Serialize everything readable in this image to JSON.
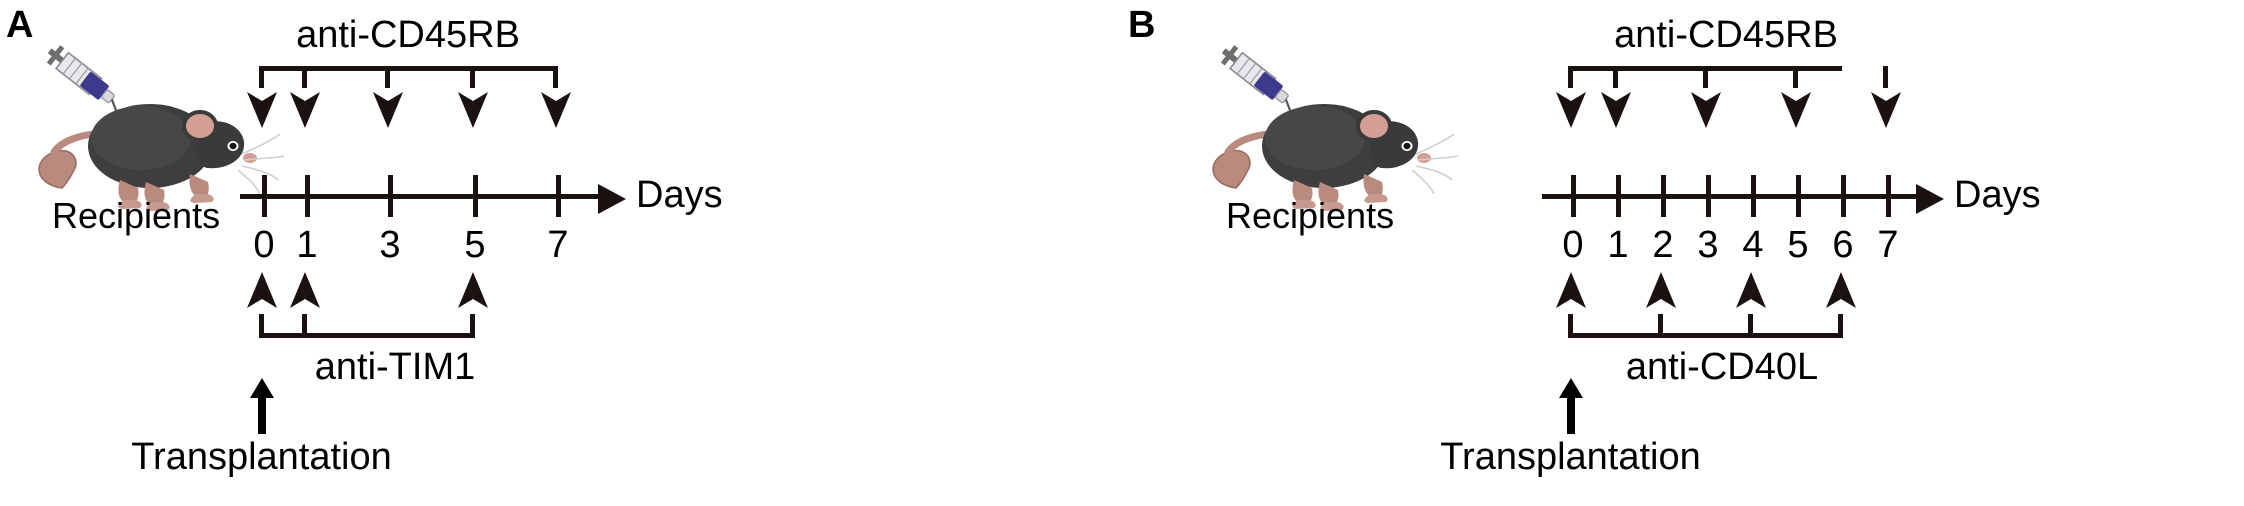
{
  "figure": {
    "background": "#ffffff",
    "ink": "#1a1110"
  },
  "panels": [
    {
      "id": "A",
      "letter": "A",
      "subject_label": "Recipients",
      "artwork": {
        "mouse_icon": "mouse-icon",
        "syringe_icon": "syringe-icon",
        "mouse_body_color": "#3e3e3e",
        "mouse_tail_color": "#b98a7e",
        "syringe_plunger_color": "#3b3a8c"
      },
      "axis": {
        "label": "Days",
        "tick_labels": [
          "0",
          "1",
          "3",
          "5",
          "7"
        ],
        "tick_days": [
          0,
          1,
          3,
          5,
          7
        ],
        "day_min": 0,
        "day_max": 7,
        "arrowhead": true
      },
      "top_treatment": {
        "name": "anti-CD45RB",
        "dose_days": [
          0,
          1,
          3,
          5,
          7
        ],
        "arrow_direction": "down"
      },
      "bottom_treatment": {
        "name": "anti-TIM1",
        "dose_days": [
          0,
          1,
          5
        ],
        "arrow_direction": "up"
      },
      "event": {
        "label": "Transplantation",
        "day": 0
      }
    },
    {
      "id": "B",
      "letter": "B",
      "subject_label": "Recipients",
      "artwork": {
        "mouse_icon": "mouse-icon",
        "syringe_icon": "syringe-icon",
        "mouse_body_color": "#3e3e3e",
        "mouse_tail_color": "#b98a7e",
        "syringe_plunger_color": "#3b3a8c"
      },
      "axis": {
        "label": "Days",
        "tick_labels": [
          "0",
          "1",
          "2",
          "3",
          "4",
          "5",
          "6",
          "7"
        ],
        "tick_days": [
          0,
          1,
          2,
          3,
          4,
          5,
          6,
          7
        ],
        "day_min": 0,
        "day_max": 7,
        "arrowhead": true
      },
      "top_treatment": {
        "name": "anti-CD45RB",
        "dose_days": [
          0,
          1,
          3,
          5,
          7
        ],
        "arrow_direction": "down"
      },
      "bottom_treatment": {
        "name": "anti-CD40L",
        "dose_days": [
          0,
          2,
          4,
          6
        ],
        "arrow_direction": "up"
      },
      "event": {
        "label": "Transplantation",
        "day": 0
      }
    }
  ]
}
